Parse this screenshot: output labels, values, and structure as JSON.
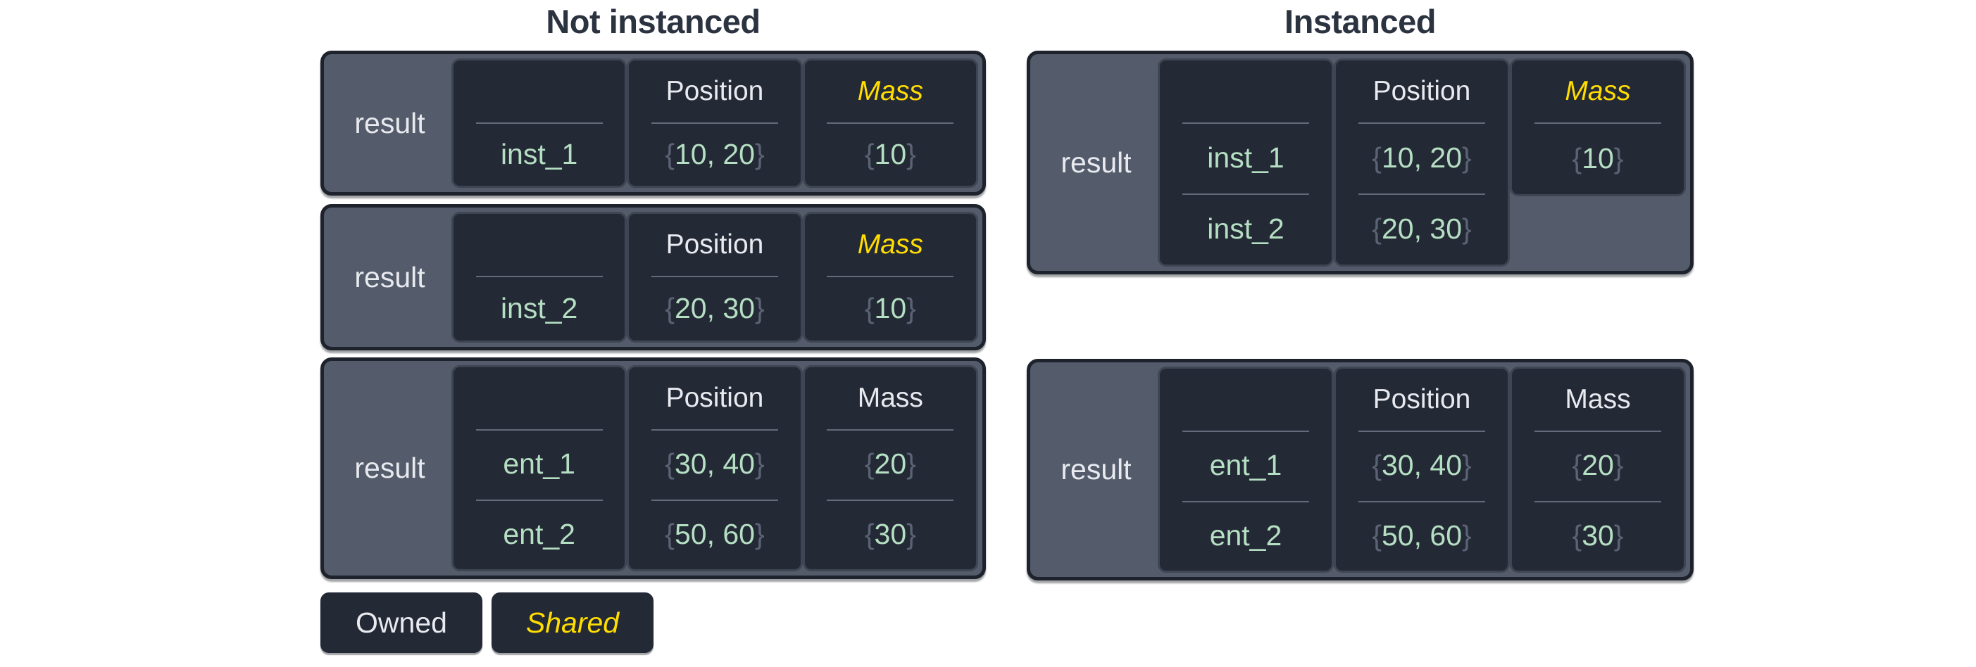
{
  "titles": {
    "not_instanced": "Not instanced",
    "instanced": "Instanced"
  },
  "syntax": {
    "open_brace": "{",
    "close_brace": "}"
  },
  "legend": {
    "owned": "Owned",
    "shared": "Shared"
  },
  "colors": {
    "panel_background": "#545c6b",
    "panel_border": "#1d222c",
    "cell_background": "#242936",
    "cell_rim": "#3e4553",
    "divider": "#636b7a",
    "light_text": "#e8eaef",
    "value_green": "#b5dfc2",
    "brace_gray": "#5a6374",
    "shared_yellow": "#ffdd00",
    "title_text": "#2b3240",
    "page_background": "#ffffff"
  },
  "boxes": {
    "ni1": {
      "result_label": "result",
      "headers": {
        "entity": "",
        "position": "Position",
        "mass": "Mass"
      },
      "mass_is_shared": true,
      "rows": [
        {
          "name": "inst_1",
          "position": "10, 20",
          "mass": "10"
        }
      ]
    },
    "ni2": {
      "result_label": "result",
      "headers": {
        "entity": "",
        "position": "Position",
        "mass": "Mass"
      },
      "mass_is_shared": true,
      "rows": [
        {
          "name": "inst_2",
          "position": "20, 30",
          "mass": "10"
        }
      ]
    },
    "ni3": {
      "result_label": "result",
      "headers": {
        "entity": "",
        "position": "Position",
        "mass": "Mass"
      },
      "mass_is_shared": false,
      "rows": [
        {
          "name": "ent_1",
          "position": "30, 40",
          "mass": "20"
        },
        {
          "name": "ent_2",
          "position": "50, 60",
          "mass": "30"
        }
      ]
    },
    "i1": {
      "result_label": "result",
      "headers": {
        "entity": "",
        "position": "Position",
        "mass": "Mass"
      },
      "mass_is_shared": true,
      "shared_mass_value": "10",
      "rows": [
        {
          "name": "inst_1",
          "position": "10, 20"
        },
        {
          "name": "inst_2",
          "position": "20, 30"
        }
      ]
    },
    "i2": {
      "result_label": "result",
      "headers": {
        "entity": "",
        "position": "Position",
        "mass": "Mass"
      },
      "mass_is_shared": false,
      "rows": [
        {
          "name": "ent_1",
          "position": "30, 40",
          "mass": "20"
        },
        {
          "name": "ent_2",
          "position": "50, 60",
          "mass": "30"
        }
      ]
    }
  }
}
